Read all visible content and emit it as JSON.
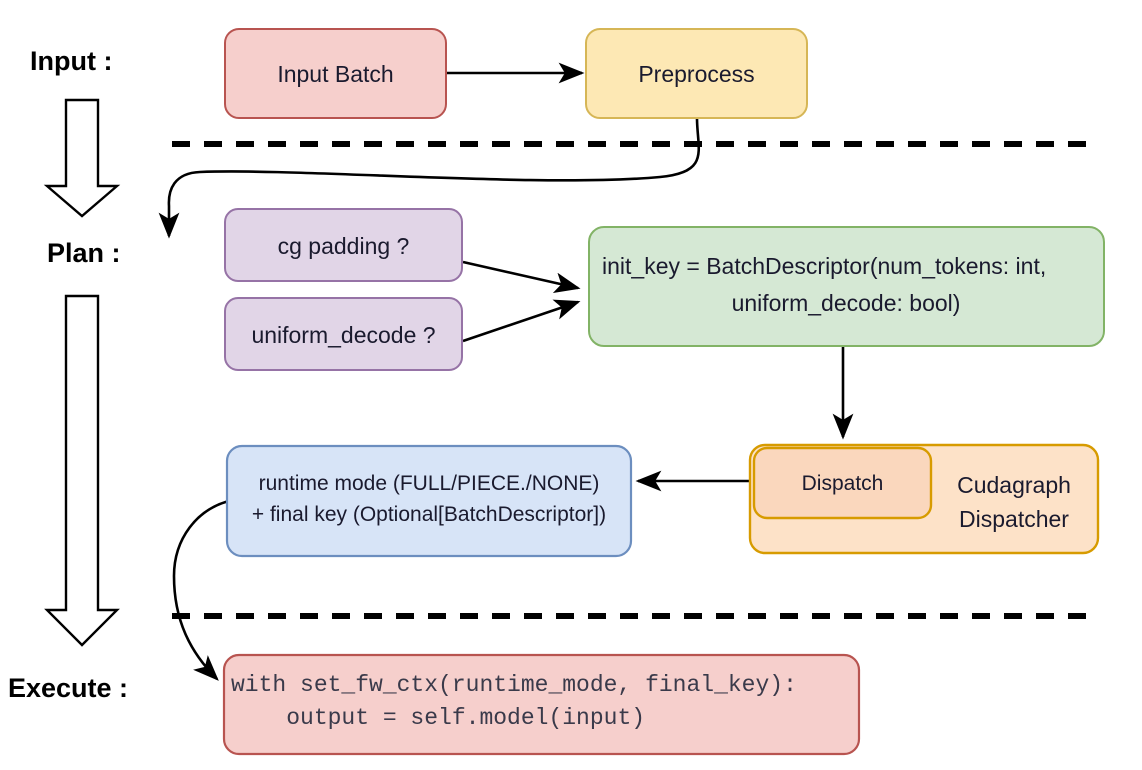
{
  "diagram": {
    "title_stages": [
      {
        "id": "input",
        "label": "Input :"
      },
      {
        "id": "plan",
        "label": "Plan :"
      },
      {
        "id": "execute",
        "label": "Execute :"
      }
    ],
    "nodes": {
      "input_batch": {
        "label": "Input Batch",
        "fill": "#f6cfcc",
        "stroke": "#b85450"
      },
      "preprocess": {
        "label": "Preprocess",
        "fill": "#fde8b4",
        "stroke": "#d6b656"
      },
      "cg_padding": {
        "label": "cg padding ?",
        "fill": "#e1d5e7",
        "stroke": "#9673a6"
      },
      "uniform_decode": {
        "label": "uniform_decode ?",
        "fill": "#e1d5e7",
        "stroke": "#9673a6"
      },
      "init_key": {
        "line1": "init_key = BatchDescriptor(num_tokens: int,",
        "line2": "uniform_decode: bool)",
        "fill": "#d5e8d4",
        "stroke": "#82b366"
      },
      "cudagraph_dispatcher": {
        "line1": "Cudagraph",
        "line2": "Dispatcher",
        "fill": "#fde2c8",
        "stroke": "#d79b00"
      },
      "dispatch": {
        "label": "Dispatch",
        "fill": "#fad7bd",
        "stroke": "#d79b00"
      },
      "runtime_mode": {
        "line1": "runtime mode (FULL/PIECE./NONE)",
        "line2": "+ final key (Optional[BatchDescriptor])",
        "fill": "#d7e4f7",
        "stroke": "#6c8ebf"
      },
      "execute_code": {
        "line1": "with set_fw_ctx(runtime_mode, final_key):",
        "line2": "    output = self.model(input)",
        "fill": "#f6cfcc",
        "stroke": "#b85450"
      }
    },
    "edges": [
      {
        "id": "input-batch-to-preprocess",
        "from": "input_batch",
        "to": "preprocess"
      },
      {
        "id": "preprocess-to-cg-padding",
        "from": "preprocess",
        "to": "cg_padding"
      },
      {
        "id": "cg-padding-to-init-key",
        "from": "cg_padding",
        "to": "init_key"
      },
      {
        "id": "uniform-decode-to-init-key",
        "from": "uniform_decode",
        "to": "init_key"
      },
      {
        "id": "init-key-to-dispatch",
        "from": "init_key",
        "to": "dispatch"
      },
      {
        "id": "dispatch-to-runtime-mode",
        "from": "dispatch",
        "to": "runtime_mode"
      },
      {
        "id": "runtime-mode-to-execute-code",
        "from": "runtime_mode",
        "to": "execute_code"
      }
    ],
    "dividers": [
      {
        "id": "input-plan-divider"
      },
      {
        "id": "plan-execute-divider"
      }
    ],
    "stage_arrows": [
      {
        "id": "input-to-plan-arrow"
      },
      {
        "id": "plan-to-execute-arrow"
      }
    ],
    "colors": {
      "background": "#ffffff",
      "edge": "#000000",
      "divider": "#000000",
      "text": "#1a1a2e"
    }
  }
}
